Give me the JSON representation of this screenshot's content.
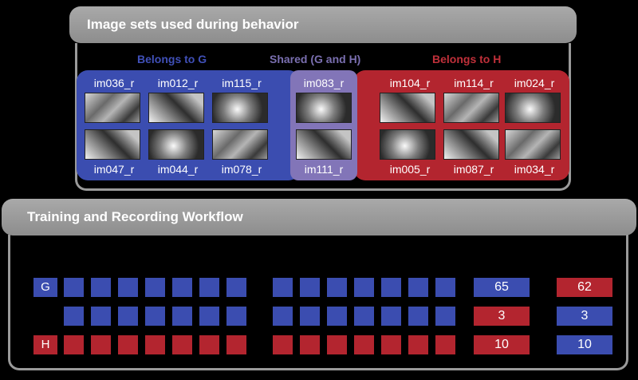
{
  "image_panel": {
    "title": "Image sets used during behavior",
    "group_g_label": "Belongs to G",
    "shared_label": "Shared (G and H)",
    "group_h_label": "Belongs to H",
    "group_g_images": [
      "im036_r",
      "im012_r",
      "im115_r",
      "im047_r",
      "im044_r",
      "im078_r"
    ],
    "shared_images": [
      "im083_r",
      "im111_r"
    ],
    "group_h_images": [
      "im104_r",
      "im114_r",
      "im024_r",
      "im005_r",
      "im087_r",
      "im034_r"
    ]
  },
  "workflow_panel": {
    "title": "Training and Recording Workflow",
    "rows": [
      {
        "label": "G",
        "cell_color": "blue",
        "count_left": "65",
        "count_left_color": "blue",
        "count_right": "62",
        "count_right_color": "red"
      },
      {
        "label": "",
        "cell_color": "blue",
        "count_left": "3",
        "count_left_color": "red",
        "count_right": "3",
        "count_right_color": "blue"
      },
      {
        "label": "H",
        "cell_color": "red",
        "count_left": "10",
        "count_left_color": "red",
        "count_right": "10",
        "count_right_color": "blue"
      }
    ]
  },
  "colors": {
    "blue": "#3b4db0",
    "red": "#b3252f",
    "purple": "#8275b8",
    "gray": "#9a9a9a"
  }
}
